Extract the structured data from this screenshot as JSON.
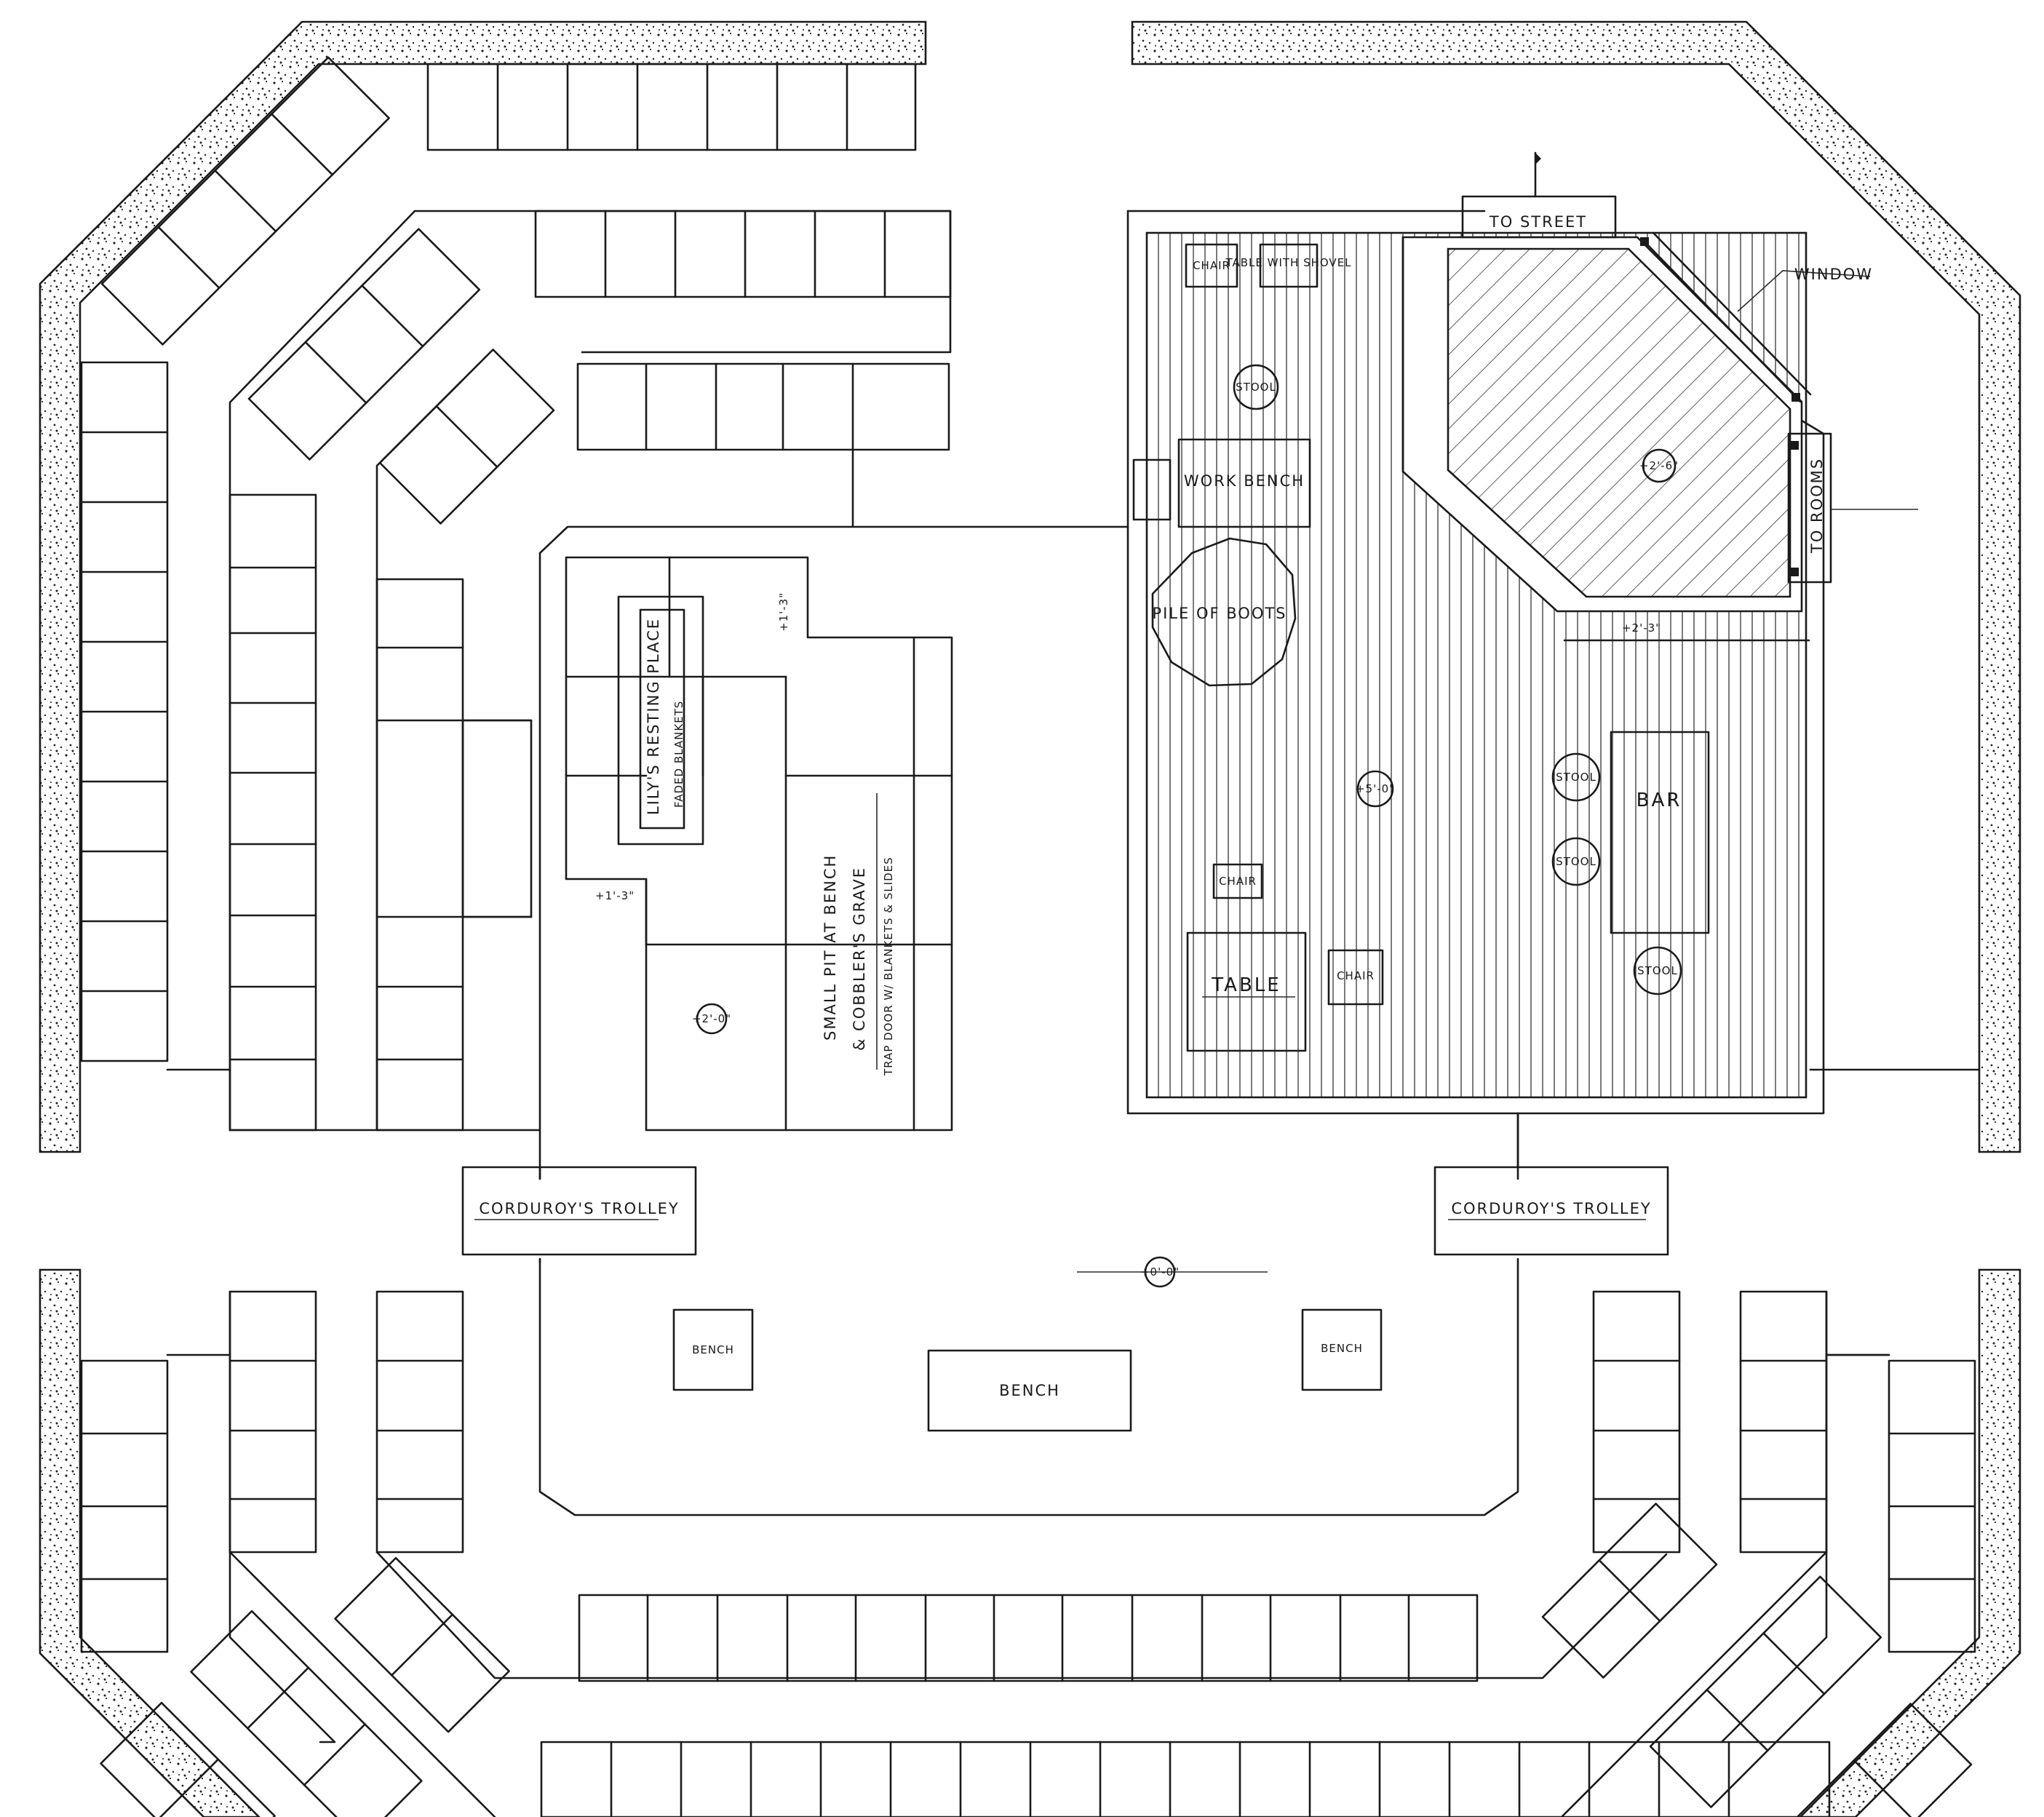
{
  "labels": {
    "to_street": "TO STREET",
    "window": "WINDOW",
    "to_rooms": "TO ROOMS",
    "chair_1": "CHAIR",
    "table_with_shovel": "TABLE WITH SHOVEL",
    "stool_1": "STOOL",
    "work_bench": "WORK BENCH",
    "pile_of_boots": "PILE OF BOOTS",
    "elev_center": "+5'-0\"",
    "elev_raised": "+2'-6\"",
    "elev_step": "+2'-3\"",
    "stool_2": "STOOL",
    "bar": "BAR",
    "stool_3": "STOOL",
    "stool_4": "STOOL",
    "chair_2": "CHAIR",
    "table": "TABLE",
    "chair_3": "CHAIR",
    "lilys_resting_place": "LILY'S RESTING PLACE",
    "faded_blankets": "FADED BLANKETS",
    "elev_slab_top": "+1'-3\"",
    "elev_slab_left": "+1'-3\"",
    "elev_slab_low": "+2'-0\"",
    "small_pit": "SMALL PIT AT BENCH",
    "cobblers_grave": "& COBBLER'S GRAVE",
    "trap_door": "TRAP DOOR W/ BLANKETS & SLIDES",
    "corduroys_trolley_left": "CORDUROY'S TROLLEY",
    "corduroys_trolley_right": "CORDUROY'S TROLLEY",
    "elev_plaza": "+0'-0\"",
    "bench_left": "BENCH",
    "bench_center": "BENCH",
    "bench_right": "BENCH"
  }
}
